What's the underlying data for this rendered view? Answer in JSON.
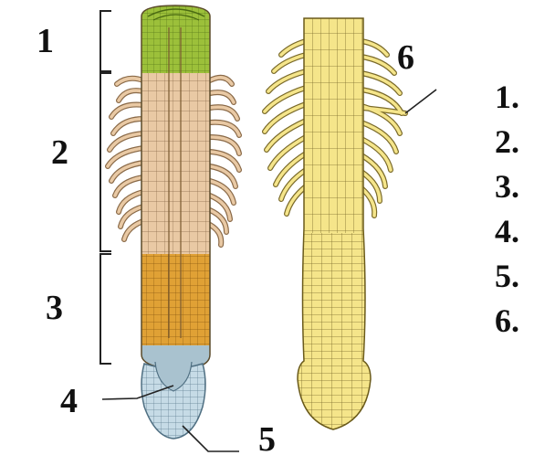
{
  "diagram": {
    "callouts": [
      "1",
      "2",
      "3",
      "4",
      "5",
      "6"
    ],
    "answer_list": [
      "1.",
      "2.",
      "3.",
      "4.",
      "5.",
      "6."
    ],
    "colors": {
      "zone_1_tip": "#9cc03a",
      "zone_2_hairs": "#e9c9a4",
      "zone_3_growth": "#e0a135",
      "zone_4_cap_core": "#a9c2cf",
      "zone_5_root_cap": "#c6dbe6",
      "right_root": "#f5e58a",
      "outline": "#5a4a2a"
    }
  }
}
